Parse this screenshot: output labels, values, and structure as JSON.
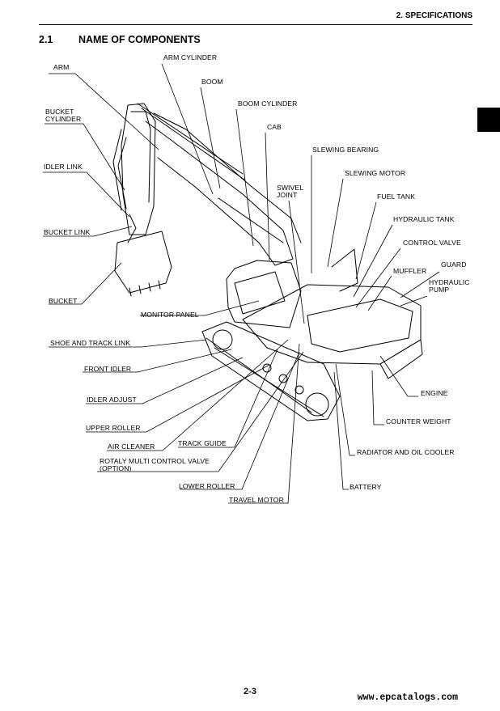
{
  "header": {
    "section": "2. SPECIFICATIONS"
  },
  "section": {
    "number": "2.1",
    "title": "NAME OF COMPONENTS"
  },
  "labels": {
    "arm": "ARM",
    "arm_cylinder": "ARM CYLINDER",
    "boom": "BOOM",
    "boom_cylinder": "BOOM CYLINDER",
    "cab": "CAB",
    "bucket_cylinder": "BUCKET\nCYLINDER",
    "slewing_bearing": "SLEWING BEARING",
    "slewing_motor": "SLEWING MOTOR",
    "swivel_joint": "SWIVEL\nJOINT",
    "idler_link": "IDLER LINK",
    "fuel_tank": "FUEL TANK",
    "hydraulic_tank": "HYDRAULIC TANK",
    "bucket_link": "BUCKET LINK",
    "control_valve": "CONTROL VALVE",
    "muffler": "MUFFLER",
    "guard": "GUARD",
    "hydraulic_pump": "HYDRAULIC\nPUMP",
    "bucket": "BUCKET",
    "monitor_panel": "MONITOR PANEL",
    "shoe_and_track_link": "SHOE AND TRACK LINK",
    "front_idler": "FRONT IDLER",
    "engine": "ENGINE",
    "idler_adjust": "IDLER ADJUST",
    "counter_weight": "COUNTER WEIGHT",
    "upper_roller": "UPPER ROLLER",
    "air_cleaner": "AIR CLEANER",
    "track_guide": "TRACK GUIDE",
    "radiator_and_oil_cooler": "RADIATOR AND OIL COOLER",
    "rotaly_multi_control_valve": "ROTALY MULTI CONTROL VALVE\n(OPTION)",
    "lower_roller": "LOWER ROLLER",
    "battery": "BATTERY",
    "travel_motor": "TRAVEL MOTOR"
  },
  "footer": {
    "page_number": "2-3",
    "watermark": "www.epcatalogs.com"
  }
}
